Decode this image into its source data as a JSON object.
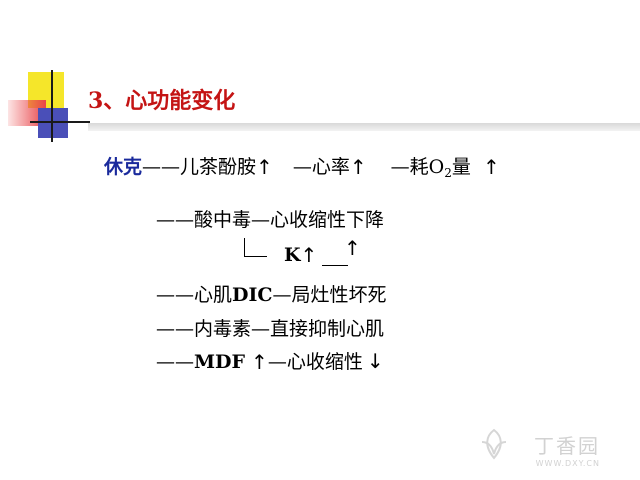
{
  "title": "3、心功能变化",
  "row1": {
    "head": "休克",
    "seg1": "——儿茶酚胺",
    "seg2": "—心率",
    "seg3_pre": "—耗O",
    "seg3_sub": "2",
    "seg3_post": "量",
    "arrow": "↑"
  },
  "row2": {
    "text": "——酸中毒—心收缩性下降"
  },
  "row3": {
    "k": "K",
    "arrow": "↑"
  },
  "row4": {
    "pre": "——心肌",
    "bold": "DIC",
    "post": "—局灶性坏死"
  },
  "row5": {
    "text": "——内毒素—直接抑制心肌"
  },
  "row6": {
    "pre": "——",
    "bold": "MDF",
    "post": "—心收缩性",
    "arrow_up": "↑",
    "arrow_down": "↓"
  },
  "watermark": {
    "name": "丁香园",
    "url": "WWW.DXY.CN"
  }
}
